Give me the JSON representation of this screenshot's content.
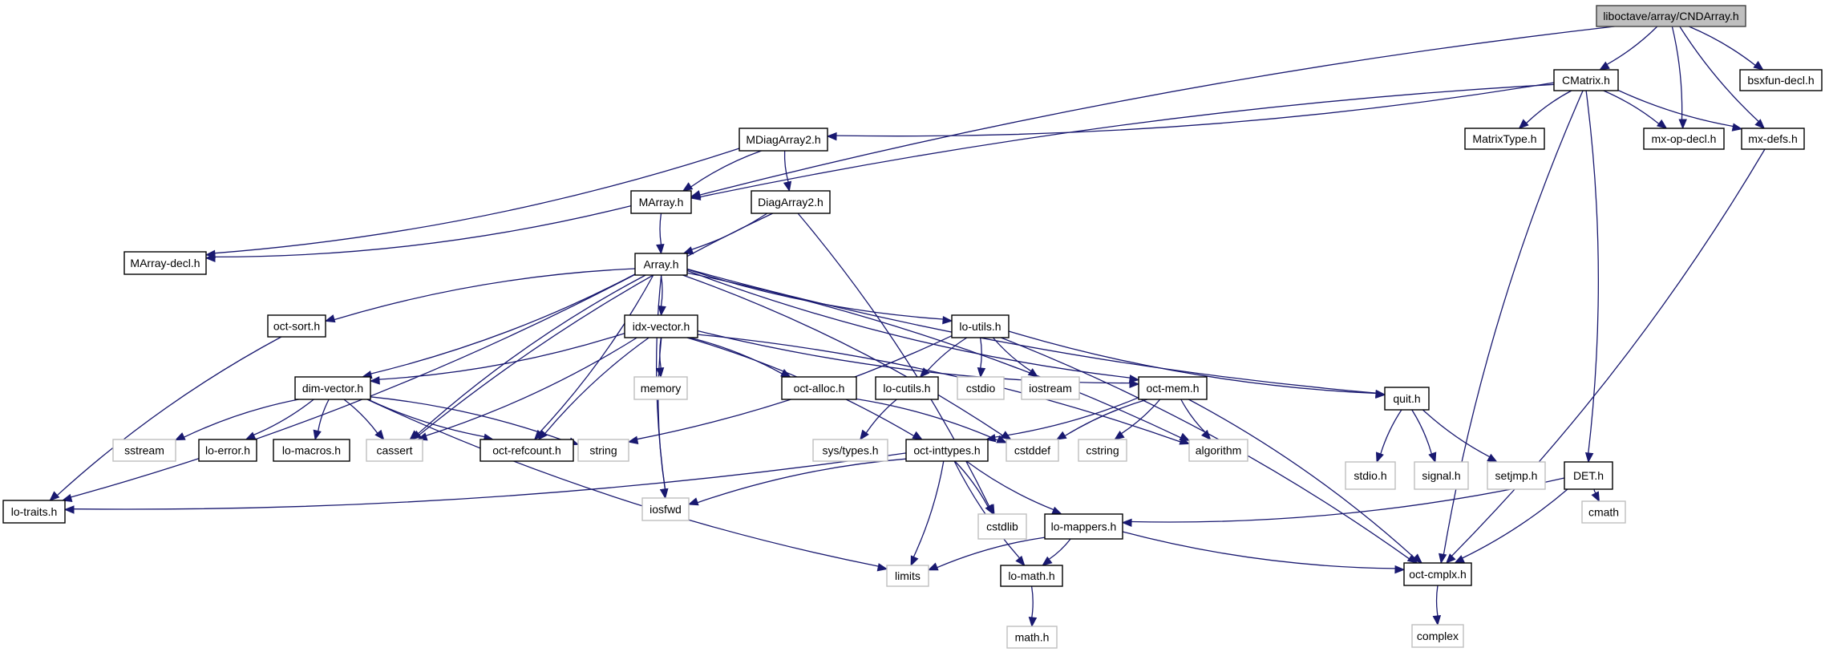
{
  "title": "liboctave/array/CNDArray.h include dependency graph",
  "colors": {
    "edge": "#191970",
    "root_fill": "#bfbfbf",
    "node_border": "#000000",
    "system_border": "#bfbfbf"
  },
  "nodes": [
    {
      "id": "CNDArray",
      "label": "liboctave/array/CNDArray.h",
      "kind": "root"
    },
    {
      "id": "CMatrix",
      "label": "CMatrix.h",
      "kind": "local"
    },
    {
      "id": "bsxfun-decl",
      "label": "bsxfun-decl.h",
      "kind": "local"
    },
    {
      "id": "MatrixType",
      "label": "MatrixType.h",
      "kind": "local"
    },
    {
      "id": "mx-op-decl",
      "label": "mx-op-decl.h",
      "kind": "local"
    },
    {
      "id": "mx-defs",
      "label": "mx-defs.h",
      "kind": "local"
    },
    {
      "id": "MDiagArray2",
      "label": "MDiagArray2.h",
      "kind": "local"
    },
    {
      "id": "MArray",
      "label": "MArray.h",
      "kind": "local"
    },
    {
      "id": "DiagArray2",
      "label": "DiagArray2.h",
      "kind": "local"
    },
    {
      "id": "MArray-decl",
      "label": "MArray-decl.h",
      "kind": "local"
    },
    {
      "id": "Array",
      "label": "Array.h",
      "kind": "local"
    },
    {
      "id": "oct-sort",
      "label": "oct-sort.h",
      "kind": "local"
    },
    {
      "id": "idx-vector",
      "label": "idx-vector.h",
      "kind": "local"
    },
    {
      "id": "lo-utils",
      "label": "lo-utils.h",
      "kind": "local"
    },
    {
      "id": "dim-vector",
      "label": "dim-vector.h",
      "kind": "local"
    },
    {
      "id": "memory",
      "label": "memory",
      "kind": "system"
    },
    {
      "id": "oct-alloc",
      "label": "oct-alloc.h",
      "kind": "local"
    },
    {
      "id": "lo-cutils",
      "label": "lo-cutils.h",
      "kind": "local"
    },
    {
      "id": "cstdio",
      "label": "cstdio",
      "kind": "system"
    },
    {
      "id": "iostream",
      "label": "iostream",
      "kind": "system"
    },
    {
      "id": "oct-mem",
      "label": "oct-mem.h",
      "kind": "local"
    },
    {
      "id": "quit",
      "label": "quit.h",
      "kind": "local"
    },
    {
      "id": "sstream",
      "label": "sstream",
      "kind": "system"
    },
    {
      "id": "lo-error",
      "label": "lo-error.h",
      "kind": "local"
    },
    {
      "id": "lo-macros",
      "label": "lo-macros.h",
      "kind": "local"
    },
    {
      "id": "cassert",
      "label": "cassert",
      "kind": "system"
    },
    {
      "id": "oct-refcount",
      "label": "oct-refcount.h",
      "kind": "local"
    },
    {
      "id": "string",
      "label": "string",
      "kind": "system"
    },
    {
      "id": "sys-types",
      "label": "sys/types.h",
      "kind": "system"
    },
    {
      "id": "oct-inttypes",
      "label": "oct-inttypes.h",
      "kind": "local"
    },
    {
      "id": "cstddef",
      "label": "cstddef",
      "kind": "system"
    },
    {
      "id": "cstring",
      "label": "cstring",
      "kind": "system"
    },
    {
      "id": "algorithm",
      "label": "algorithm",
      "kind": "system"
    },
    {
      "id": "stdio",
      "label": "stdio.h",
      "kind": "system"
    },
    {
      "id": "signal",
      "label": "signal.h",
      "kind": "system"
    },
    {
      "id": "setjmp",
      "label": "setjmp.h",
      "kind": "system"
    },
    {
      "id": "DET",
      "label": "DET.h",
      "kind": "local"
    },
    {
      "id": "lo-traits",
      "label": "lo-traits.h",
      "kind": "local"
    },
    {
      "id": "iosfwd",
      "label": "iosfwd",
      "kind": "system"
    },
    {
      "id": "cstdlib",
      "label": "cstdlib",
      "kind": "system"
    },
    {
      "id": "lo-mappers",
      "label": "lo-mappers.h",
      "kind": "local"
    },
    {
      "id": "cmath",
      "label": "cmath",
      "kind": "system"
    },
    {
      "id": "limits",
      "label": "limits",
      "kind": "system"
    },
    {
      "id": "lo-math",
      "label": "lo-math.h",
      "kind": "local"
    },
    {
      "id": "oct-cmplx",
      "label": "oct-cmplx.h",
      "kind": "local"
    },
    {
      "id": "math",
      "label": "math.h",
      "kind": "system"
    },
    {
      "id": "complex",
      "label": "complex",
      "kind": "system"
    }
  ],
  "edges": [
    [
      "CNDArray",
      "CMatrix"
    ],
    [
      "CNDArray",
      "MArray"
    ],
    [
      "CNDArray",
      "mx-op-decl"
    ],
    [
      "CNDArray",
      "mx-defs"
    ],
    [
      "CNDArray",
      "bsxfun-decl"
    ],
    [
      "CMatrix",
      "MArray"
    ],
    [
      "CMatrix",
      "MDiagArray2"
    ],
    [
      "CMatrix",
      "MatrixType"
    ],
    [
      "CMatrix",
      "mx-op-decl"
    ],
    [
      "CMatrix",
      "mx-defs"
    ],
    [
      "CMatrix",
      "DET"
    ],
    [
      "CMatrix",
      "oct-cmplx"
    ],
    [
      "mx-defs",
      "oct-cmplx"
    ],
    [
      "MDiagArray2",
      "MArray"
    ],
    [
      "MDiagArray2",
      "MArray-decl"
    ],
    [
      "MDiagArray2",
      "DiagArray2"
    ],
    [
      "MArray",
      "MArray-decl"
    ],
    [
      "MArray",
      "Array"
    ],
    [
      "DiagArray2",
      "Array"
    ],
    [
      "DiagArray2",
      "cassert"
    ],
    [
      "DiagArray2",
      "cstdlib"
    ],
    [
      "Array",
      "oct-sort"
    ],
    [
      "Array",
      "idx-vector"
    ],
    [
      "Array",
      "lo-utils"
    ],
    [
      "Array",
      "dim-vector"
    ],
    [
      "Array",
      "cassert"
    ],
    [
      "Array",
      "oct-refcount"
    ],
    [
      "Array",
      "iosfwd"
    ],
    [
      "Array",
      "cstddef"
    ],
    [
      "Array",
      "oct-mem"
    ],
    [
      "Array",
      "algorithm"
    ],
    [
      "Array",
      "quit"
    ],
    [
      "Array",
      "lo-traits"
    ],
    [
      "oct-sort",
      "lo-traits"
    ],
    [
      "idx-vector",
      "dim-vector"
    ],
    [
      "idx-vector",
      "memory"
    ],
    [
      "idx-vector",
      "oct-alloc"
    ],
    [
      "idx-vector",
      "oct-refcount"
    ],
    [
      "idx-vector",
      "cassert"
    ],
    [
      "idx-vector",
      "iosfwd"
    ],
    [
      "idx-vector",
      "oct-inttypes"
    ],
    [
      "idx-vector",
      "oct-mem"
    ],
    [
      "idx-vector",
      "algorithm"
    ],
    [
      "lo-utils",
      "lo-cutils"
    ],
    [
      "lo-utils",
      "cstdio"
    ],
    [
      "lo-utils",
      "iostream"
    ],
    [
      "lo-utils",
      "string"
    ],
    [
      "lo-utils",
      "quit"
    ],
    [
      "lo-utils",
      "oct-cmplx"
    ],
    [
      "dim-vector",
      "sstream"
    ],
    [
      "dim-vector",
      "lo-error"
    ],
    [
      "dim-vector",
      "lo-macros"
    ],
    [
      "dim-vector",
      "cassert"
    ],
    [
      "dim-vector",
      "oct-refcount"
    ],
    [
      "dim-vector",
      "string"
    ],
    [
      "dim-vector",
      "limits"
    ],
    [
      "oct-alloc",
      "cstddef"
    ],
    [
      "lo-cutils",
      "sys-types"
    ],
    [
      "oct-mem",
      "oct-inttypes"
    ],
    [
      "oct-mem",
      "cstddef"
    ],
    [
      "oct-mem",
      "cstring"
    ],
    [
      "oct-mem",
      "algorithm"
    ],
    [
      "oct-mem",
      "oct-cmplx"
    ],
    [
      "quit",
      "stdio"
    ],
    [
      "quit",
      "signal"
    ],
    [
      "quit",
      "setjmp"
    ],
    [
      "oct-inttypes",
      "lo-traits"
    ],
    [
      "oct-inttypes",
      "iosfwd"
    ],
    [
      "oct-inttypes",
      "cstdlib"
    ],
    [
      "oct-inttypes",
      "lo-mappers"
    ],
    [
      "oct-inttypes",
      "limits"
    ],
    [
      "oct-inttypes",
      "lo-math"
    ],
    [
      "DET",
      "lo-mappers"
    ],
    [
      "DET",
      "cmath"
    ],
    [
      "DET",
      "oct-cmplx"
    ],
    [
      "lo-mappers",
      "limits"
    ],
    [
      "lo-mappers",
      "lo-math"
    ],
    [
      "lo-mappers",
      "oct-cmplx"
    ],
    [
      "lo-math",
      "math"
    ],
    [
      "oct-cmplx",
      "complex"
    ]
  ]
}
